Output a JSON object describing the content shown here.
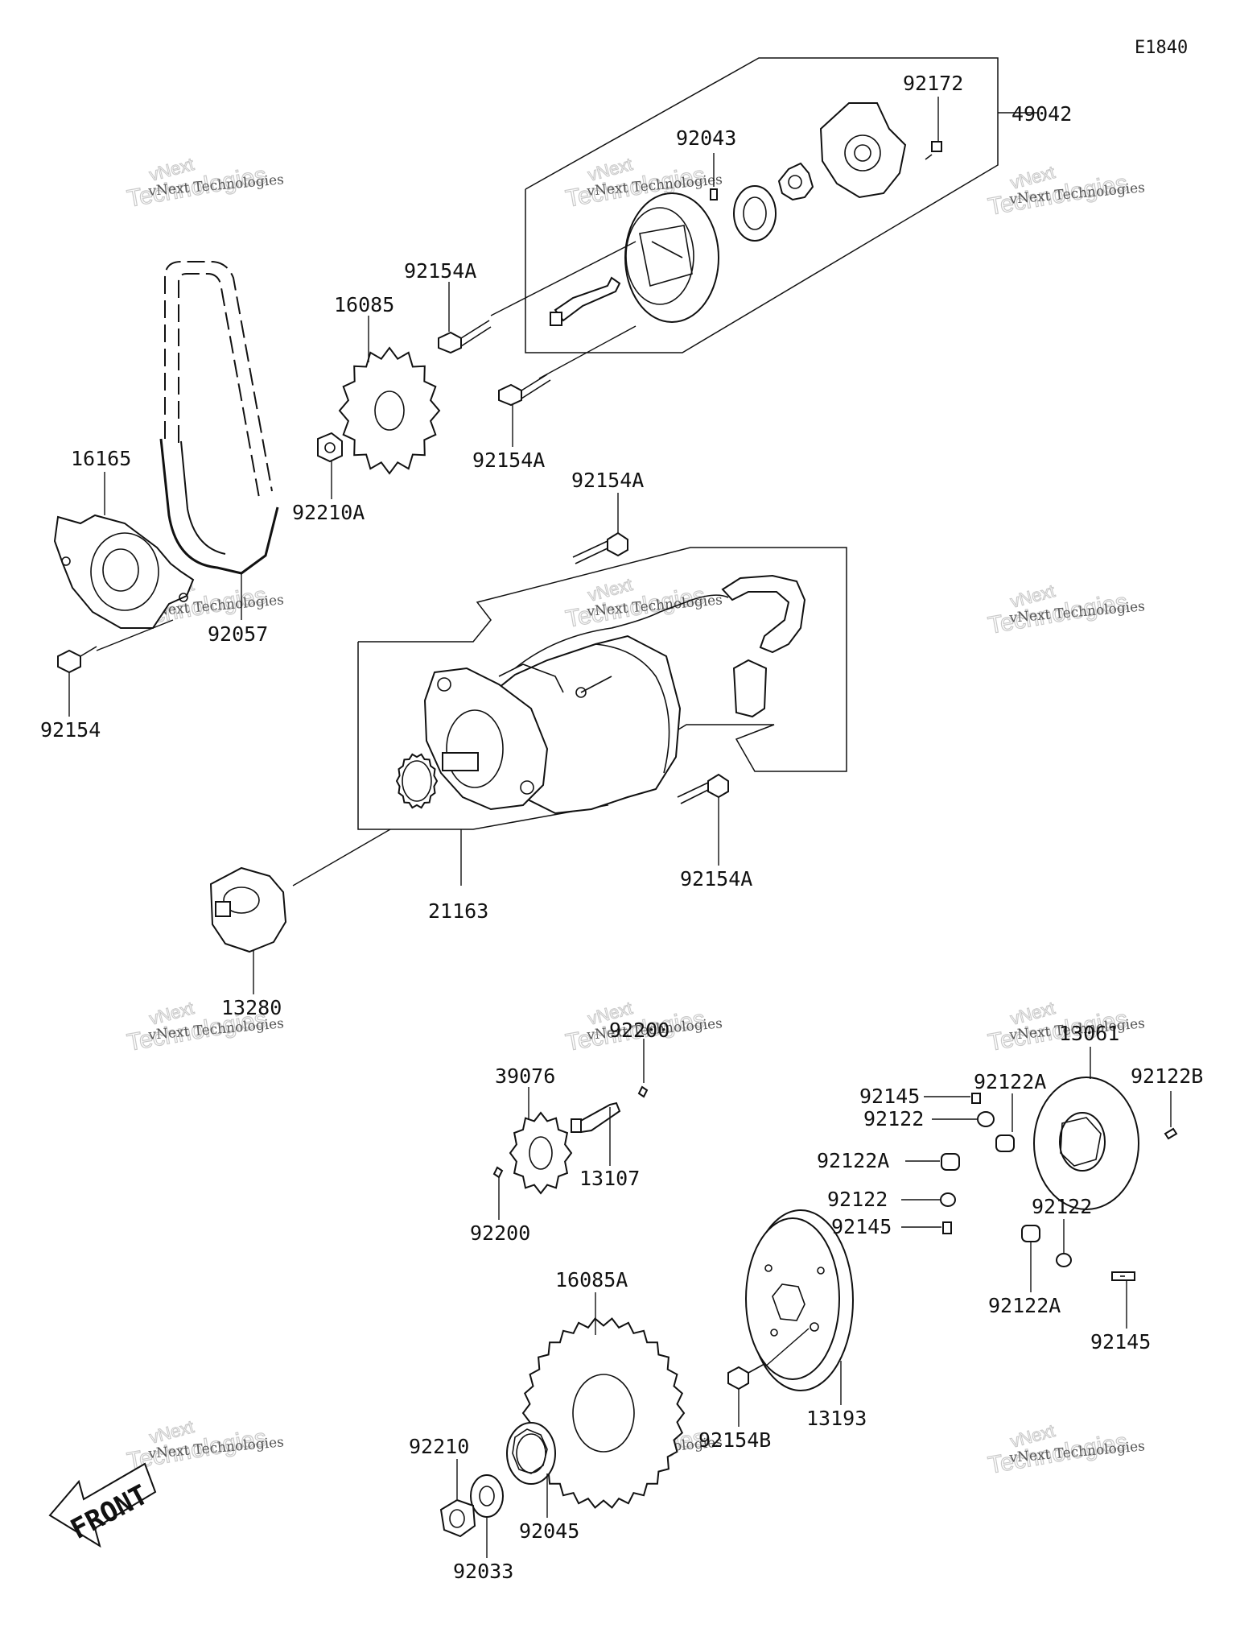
{
  "diagram_code": "E1840",
  "front_label": "FRONT",
  "watermark": {
    "company": "vNext Technologies",
    "brand": "vNext",
    "word": "Technologies"
  },
  "part_labels": [
    {
      "id": "p1",
      "text": "49042"
    },
    {
      "id": "p2",
      "text": "92172"
    },
    {
      "id": "p3",
      "text": "92043"
    },
    {
      "id": "p4",
      "text": "92154A"
    },
    {
      "id": "p5",
      "text": "16085"
    },
    {
      "id": "p6",
      "text": "92154A"
    },
    {
      "id": "p7",
      "text": "92210A"
    },
    {
      "id": "p8",
      "text": "16165"
    },
    {
      "id": "p9",
      "text": "92057"
    },
    {
      "id": "p10",
      "text": "92154"
    },
    {
      "id": "p11",
      "text": "92154A"
    },
    {
      "id": "p12",
      "text": "92154A"
    },
    {
      "id": "p13",
      "text": "21163"
    },
    {
      "id": "p14",
      "text": "13280"
    },
    {
      "id": "p15",
      "text": "92200"
    },
    {
      "id": "p16",
      "text": "39076"
    },
    {
      "id": "p17",
      "text": "13107"
    },
    {
      "id": "p18",
      "text": "92200"
    },
    {
      "id": "p19",
      "text": "13061"
    },
    {
      "id": "p20",
      "text": "92122A"
    },
    {
      "id": "p21",
      "text": "92122B"
    },
    {
      "id": "p22",
      "text": "92145"
    },
    {
      "id": "p23",
      "text": "92122"
    },
    {
      "id": "p24",
      "text": "92122A"
    },
    {
      "id": "p25",
      "text": "92122"
    },
    {
      "id": "p26",
      "text": "92145"
    },
    {
      "id": "p27",
      "text": "92122"
    },
    {
      "id": "p28",
      "text": "92122A"
    },
    {
      "id": "p29",
      "text": "92145"
    },
    {
      "id": "p30",
      "text": "16085A"
    },
    {
      "id": "p31",
      "text": "92154B"
    },
    {
      "id": "p32",
      "text": "13193"
    },
    {
      "id": "p33",
      "text": "92210"
    },
    {
      "id": "p34",
      "text": "92045"
    },
    {
      "id": "p35",
      "text": "92033"
    }
  ]
}
